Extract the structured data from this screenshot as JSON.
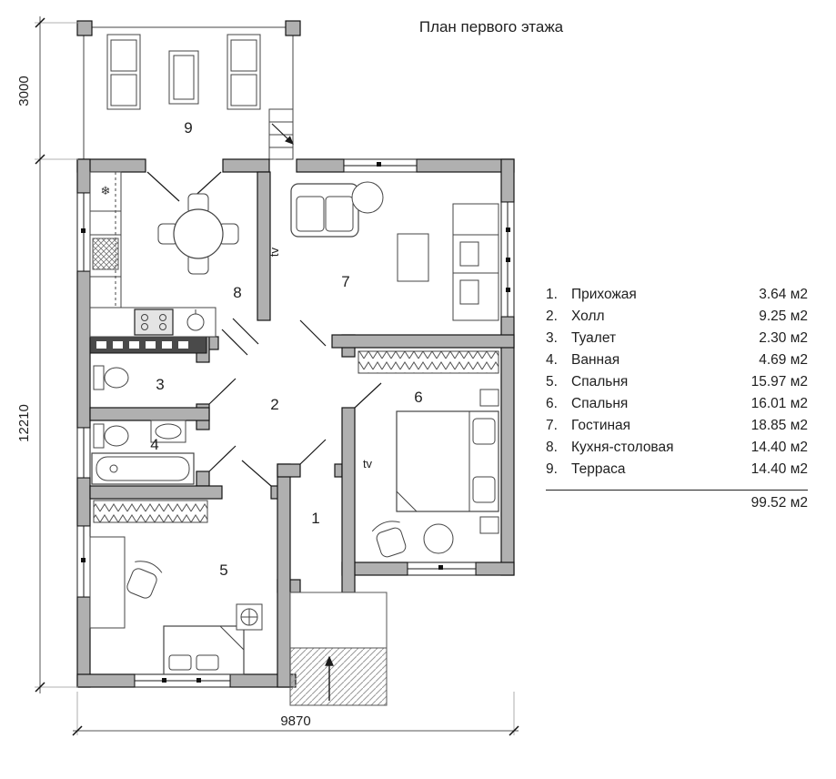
{
  "title": "План первого этажа",
  "dimensions": {
    "terrace_height": "3000",
    "building_height": "12210",
    "building_width": "9870"
  },
  "plan": {
    "room_numbers": [
      "1",
      "2",
      "3",
      "4",
      "5",
      "6",
      "7",
      "8",
      "9"
    ],
    "tv_label": "tv",
    "fridge_icon": "❄"
  },
  "legend": {
    "items": [
      {
        "num": "1.",
        "name": "Прихожая",
        "area": "3.64 м2"
      },
      {
        "num": "2.",
        "name": "Холл",
        "area": "9.25 м2"
      },
      {
        "num": "3.",
        "name": "Туалет",
        "area": "2.30 м2"
      },
      {
        "num": "4.",
        "name": "Ванная",
        "area": "4.69 м2"
      },
      {
        "num": "5.",
        "name": "Спальня",
        "area": "15.97 м2"
      },
      {
        "num": "6.",
        "name": "Спальня",
        "area": "16.01 м2"
      },
      {
        "num": "7.",
        "name": "Гостиная",
        "area": "18.85 м2"
      },
      {
        "num": "8.",
        "name": "Кухня-столовая",
        "area": "14.40 м2"
      },
      {
        "num": "9.",
        "name": "Терраса",
        "area": "14.40 м2"
      }
    ],
    "total": "99.52 м2"
  }
}
